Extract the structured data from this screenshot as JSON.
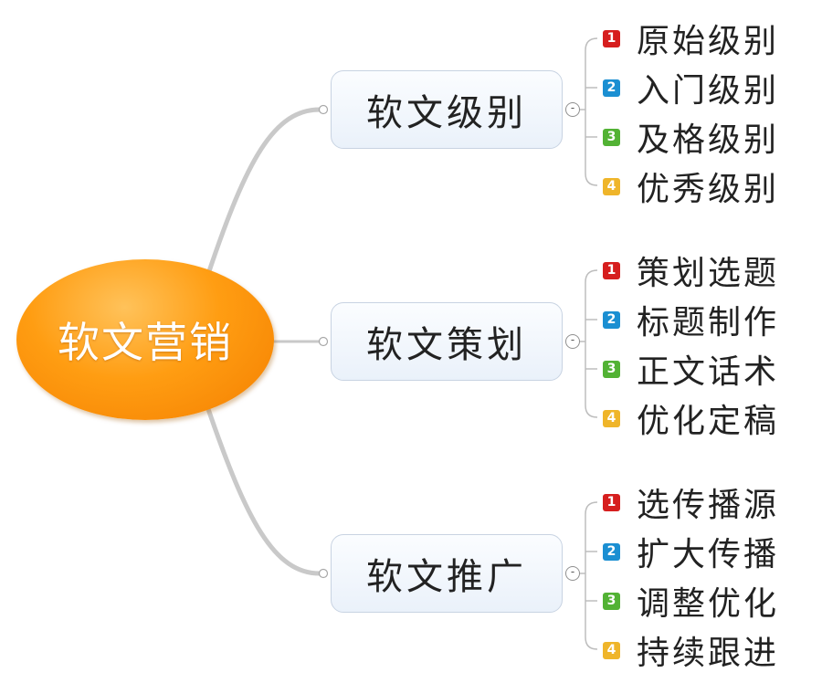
{
  "root": {
    "label": "软文营销",
    "color": "#f98f0a"
  },
  "priority_colors": {
    "1": "#d61e1e",
    "2": "#1b8fd2",
    "3": "#52b234",
    "4": "#efb52a"
  },
  "branches": [
    {
      "label": "软文级别",
      "collapse_symbol": "-",
      "children": [
        {
          "priority": "1",
          "label": "原始级别"
        },
        {
          "priority": "2",
          "label": "入门级别"
        },
        {
          "priority": "3",
          "label": "及格级别"
        },
        {
          "priority": "4",
          "label": "优秀级别"
        }
      ]
    },
    {
      "label": "软文策划",
      "collapse_symbol": "-",
      "children": [
        {
          "priority": "1",
          "label": "策划选题"
        },
        {
          "priority": "2",
          "label": "标题制作"
        },
        {
          "priority": "3",
          "label": "正文话术"
        },
        {
          "priority": "4",
          "label": "优化定稿"
        }
      ]
    },
    {
      "label": "软文推广",
      "collapse_symbol": "-",
      "children": [
        {
          "priority": "1",
          "label": "选传播源"
        },
        {
          "priority": "2",
          "label": "扩大传播"
        },
        {
          "priority": "3",
          "label": "调整优化"
        },
        {
          "priority": "4",
          "label": "持续跟进"
        }
      ]
    }
  ]
}
